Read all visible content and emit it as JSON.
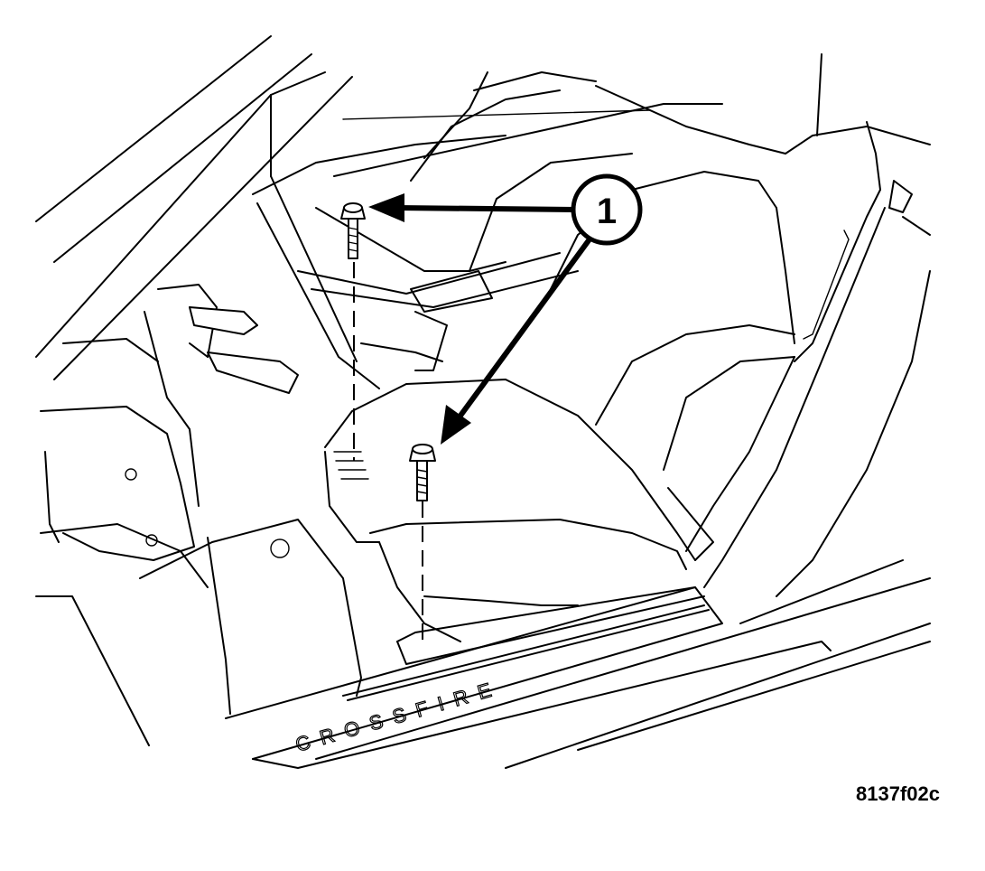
{
  "callout": {
    "number": "1"
  },
  "sill_plate_text": "CROSSFIRE",
  "figure_code": "8137f02c",
  "colors": {
    "line": "#000000",
    "background": "#ffffff"
  }
}
